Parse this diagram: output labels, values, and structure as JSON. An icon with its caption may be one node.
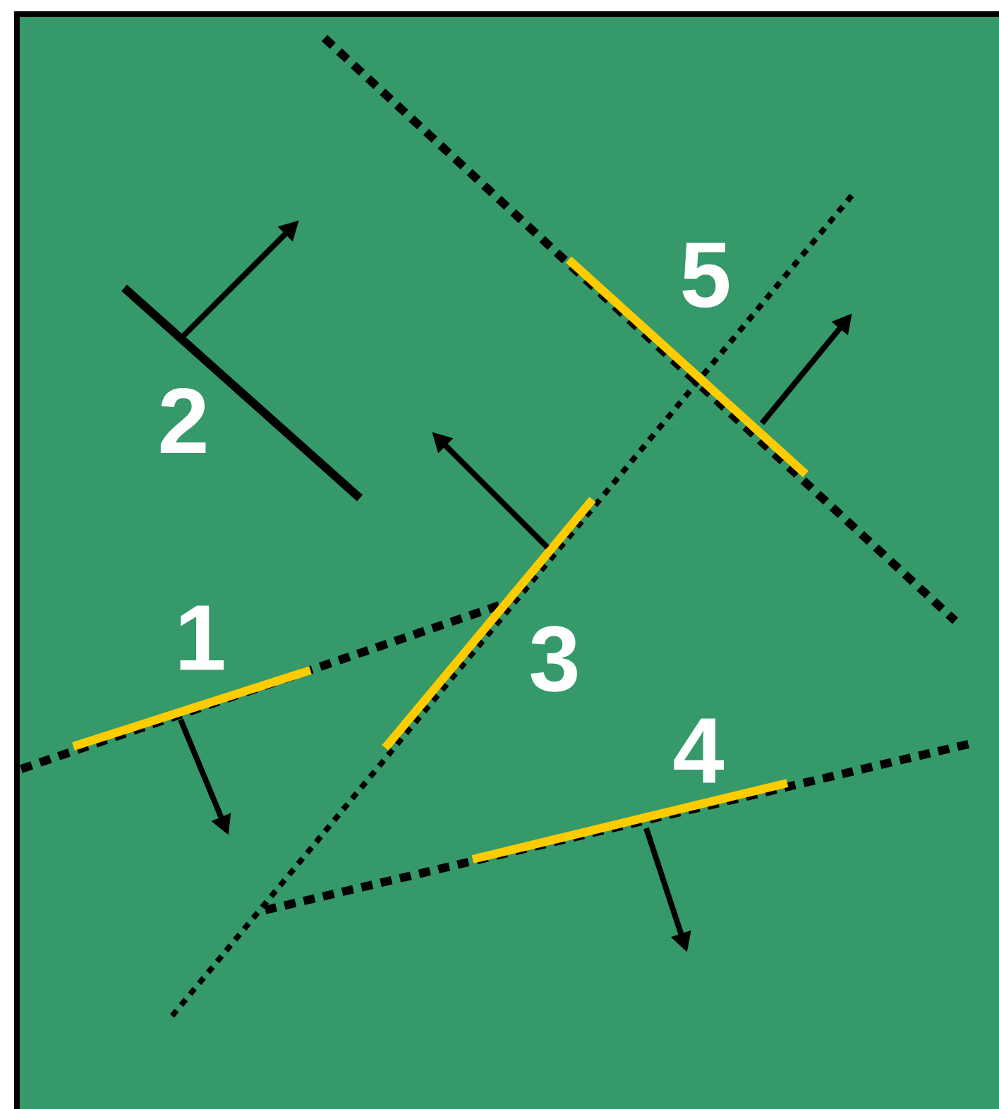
{
  "diagram": {
    "labels": [
      "5",
      "2",
      "1",
      "3",
      "4"
    ]
  }
}
